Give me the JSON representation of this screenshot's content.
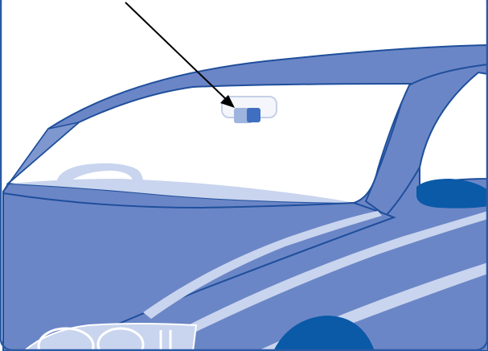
{
  "illustration": {
    "subject": "car-windshield-rear-view-mirror-sensor",
    "colors": {
      "body_main": "#6b86c6",
      "body_dark": "#0a5aa8",
      "body_mid": "#7f97cf",
      "highlight": "#c9d4ee",
      "outline": "#1f4f9c",
      "glass": "#ffffff",
      "sensor_light": "#9fb3df",
      "sensor_dark": "#3f6fc0",
      "arrow": "#000000",
      "frame": "#2a5aa5"
    },
    "icons": [
      "arrow-pointer",
      "rear-view-mirror",
      "rain-light-sensor",
      "steering-wheel",
      "side-mirror",
      "headlight",
      "wheel-arch"
    ]
  }
}
